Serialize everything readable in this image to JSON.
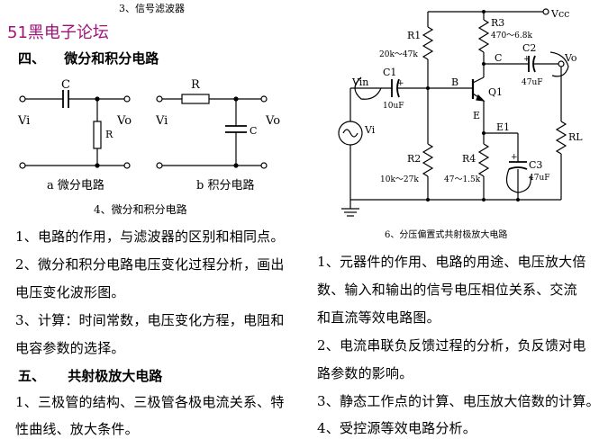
{
  "top_caption": "3、信号滤波器",
  "watermark": "51黑电子论坛",
  "section4": {
    "num": "四、",
    "title": "微分和积分电路"
  },
  "diff_circuit": {
    "in_label": "Vi",
    "out_label": "Vo",
    "cap_label": "C",
    "res_label": "R",
    "caption": "a 微分电路"
  },
  "int_circuit": {
    "in_label": "Vi",
    "out_label": "Vo",
    "res_label": "R",
    "cap_label": "C",
    "caption": "b 积分电路"
  },
  "fig4_caption": "4、微分和积分电路",
  "left_paragraphs": [
    "1、电路的作用，与滤波器的区别和相同点。",
    "2、微分和积分电路电压变化过程分析，画出",
    "电压变化波形图。",
    "3、计算：时间常数，电压变化方程，电阻和",
    "电容参数的选择。"
  ],
  "section5": {
    "num": "五、",
    "title": "共射极放大电路"
  },
  "left_paragraphs2": [
    "1、三极管的结构、三极管各极电流关系、特",
    "性曲线、放大条件。"
  ],
  "amp_circuit": {
    "vcc": "Vcc",
    "r1": "R1",
    "r1_val": "20k～47k",
    "r3": "R3",
    "r3_val": "470～6.8k",
    "c_node": "C",
    "c2": "C2",
    "c2_val": "47uF",
    "vo": "Vo",
    "vin": "Vin",
    "c1": "C1",
    "c1_val": "10uF",
    "b_node": "B",
    "q1": "Q1",
    "e_node": "E",
    "e1": "E1",
    "vi": "Vi",
    "rl": "RL",
    "r2": "R2",
    "r2_val": "10k～27k",
    "r4": "R4",
    "r4_val": "47～1.5k",
    "c3": "C3",
    "c3_val": "47uF",
    "plus": "+"
  },
  "fig6_caption": "6、分压偏置式共射极放大电路",
  "right_paragraphs": [
    "1、元器件的作用、电路的用途、电压放大倍",
    "数、输入和输出的信号电压相位关系、交流",
    "和直流等效电路图。",
    "2、电流串联负反馈过程的分析，负反馈对电",
    "路参数的影响。",
    "3、静态工作点的计算、电压放大倍数的计算。",
    "4、受控源等效电路分析。"
  ]
}
